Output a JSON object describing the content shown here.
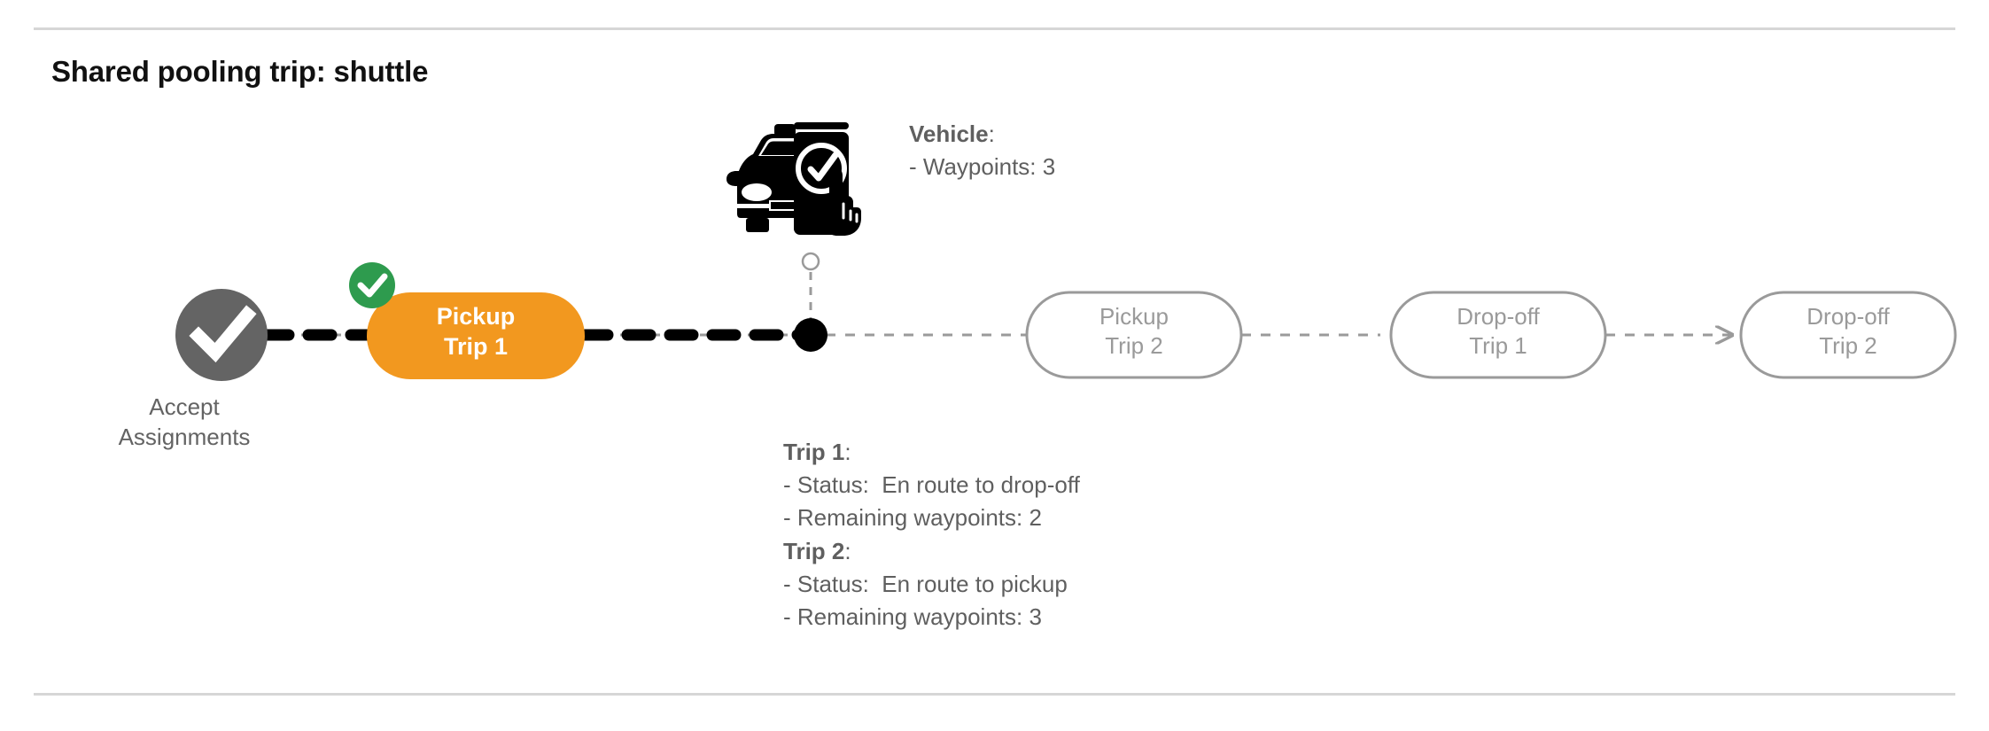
{
  "page": {
    "title": "Shared pooling trip: shuttle",
    "divider_color": "#d6d6d6",
    "background": "#ffffff"
  },
  "theme": {
    "active_node_fill": "#f2981f",
    "active_node_text": "#ffffff",
    "completed_node_fill": "#646464",
    "pending_node_border": "#9a9a9a",
    "pending_node_text": "#9a9a9a",
    "badge_green": "#2e9b4e",
    "traveled_path_color": "#000000",
    "remaining_path_color": "#9a9a9a",
    "info_text_color": "#5f5f5f"
  },
  "timeline": {
    "start_node": {
      "name": "accept-assignments",
      "icon": "check-circle-icon",
      "label": "Accept\nAssignments",
      "state": "completed"
    },
    "nodes": [
      {
        "name": "pickup-trip-1",
        "label": "Pickup\nTrip 1",
        "state": "active",
        "badge": "check-badge-icon"
      },
      {
        "name": "pickup-trip-2",
        "label": "Pickup\nTrip 2",
        "state": "pending",
        "badge": null
      },
      {
        "name": "dropoff-trip-1",
        "label": "Drop-off\nTrip 1",
        "state": "pending",
        "badge": null
      },
      {
        "name": "dropoff-trip-2",
        "label": "Drop-off\nTrip 2",
        "state": "pending",
        "badge": null
      }
    ],
    "vehicle_marker": {
      "name": "vehicle-position-marker",
      "icon": "vehicle-app-check-icon"
    }
  },
  "vehicle_info": {
    "heading": "Vehicle",
    "heading_suffix": ":",
    "rows": [
      "- Waypoints: 3"
    ]
  },
  "trip_info": {
    "groups": [
      {
        "heading": "Trip 1",
        "heading_suffix": ":",
        "rows": [
          "- Status:  En route to drop-off",
          "- Remaining waypoints: 2"
        ]
      },
      {
        "heading": "Trip 2",
        "heading_suffix": ":",
        "rows": [
          "- Status:  En route to pickup",
          "- Remaining waypoints: 3"
        ]
      }
    ]
  }
}
